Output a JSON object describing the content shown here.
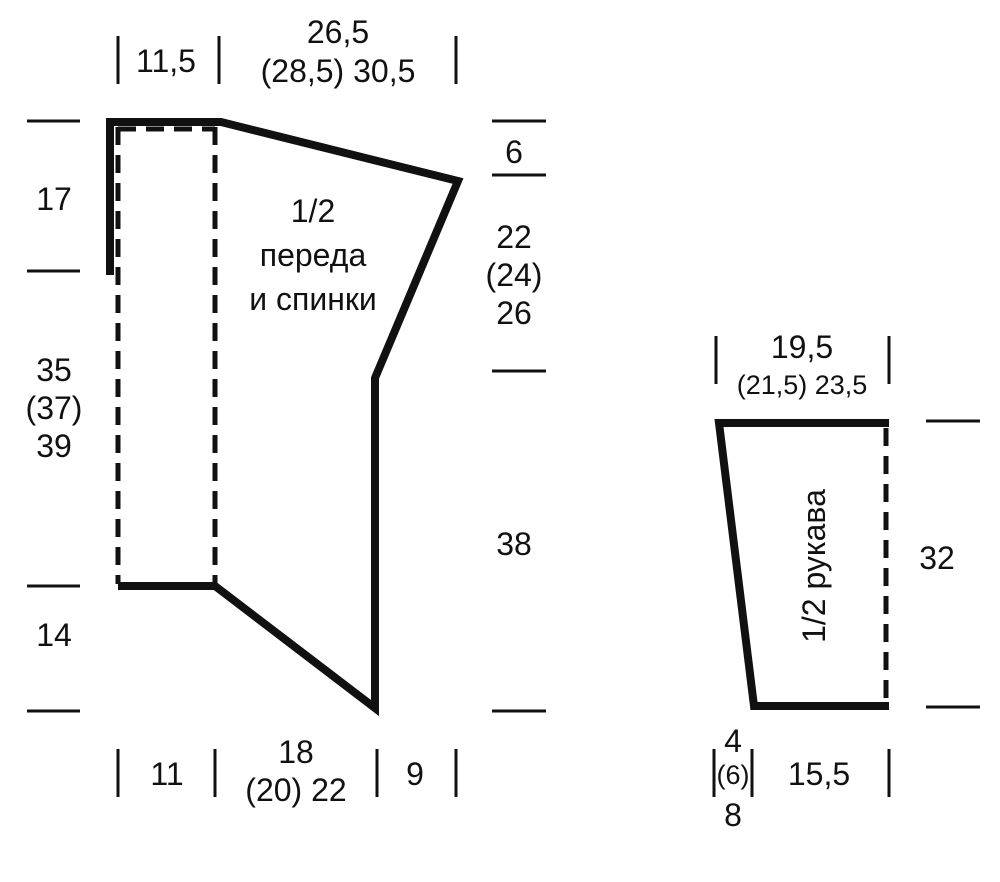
{
  "colors": {
    "line": "#111111",
    "background": "#ffffff"
  },
  "body_piece": {
    "title_line1": "1/2",
    "title_line2": "переда",
    "title_line3": "и спинки",
    "top_left_width": "11,5",
    "top_right_width": "26,5",
    "top_right_width_sizes": "(28,5)  30,5",
    "left_upper_height": "17",
    "left_middle_height_1": "35",
    "left_middle_height_2": "(37)",
    "left_middle_height_3": "39",
    "left_lower_height": "14",
    "right_top_height": "6",
    "right_armhole_height_1": "22",
    "right_armhole_height_2": "(24)",
    "right_armhole_height_3": "26",
    "right_lower_height": "38",
    "bottom_left_width": "11",
    "bottom_middle_width": "18",
    "bottom_middle_width_sizes": "(20)  22",
    "bottom_right_width": "9"
  },
  "sleeve_piece": {
    "title": "1/2 рукава",
    "top_width": "19,5",
    "top_width_sizes": "(21,5)  23,5",
    "height": "32",
    "bottom_offset_1": "4",
    "bottom_offset_2": "(6)",
    "bottom_offset_3": "8",
    "bottom_width": "15,5"
  }
}
